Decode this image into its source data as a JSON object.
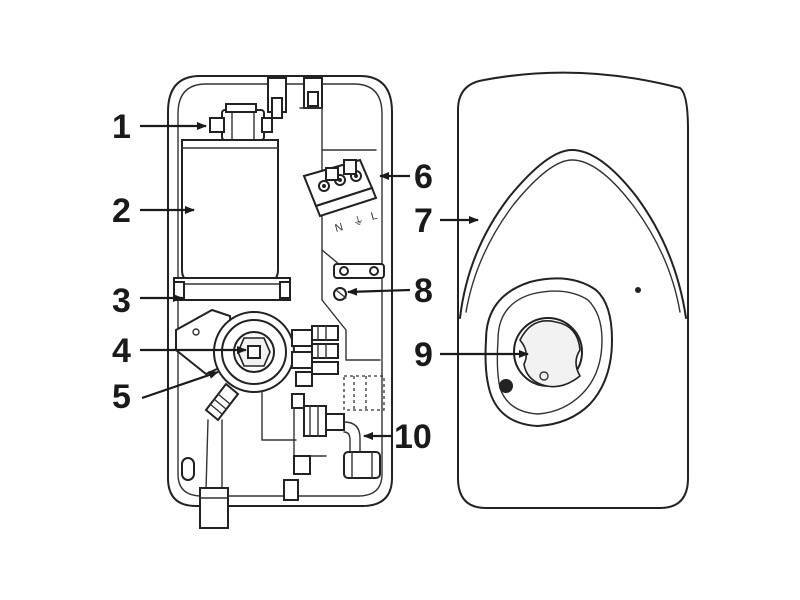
{
  "callouts": [
    {
      "id": "1",
      "label": "1"
    },
    {
      "id": "2",
      "label": "2"
    },
    {
      "id": "3",
      "label": "3"
    },
    {
      "id": "4",
      "label": "4"
    },
    {
      "id": "5",
      "label": "5"
    },
    {
      "id": "6",
      "label": "6"
    },
    {
      "id": "7",
      "label": "7"
    },
    {
      "id": "8",
      "label": "8"
    },
    {
      "id": "9",
      "label": "9"
    },
    {
      "id": "10",
      "label": "10"
    }
  ],
  "terminal_labels": {
    "neutral": "N",
    "earth": "⏚",
    "live": "L"
  },
  "colors": {
    "line": "#222222",
    "background": "#ffffff"
  }
}
